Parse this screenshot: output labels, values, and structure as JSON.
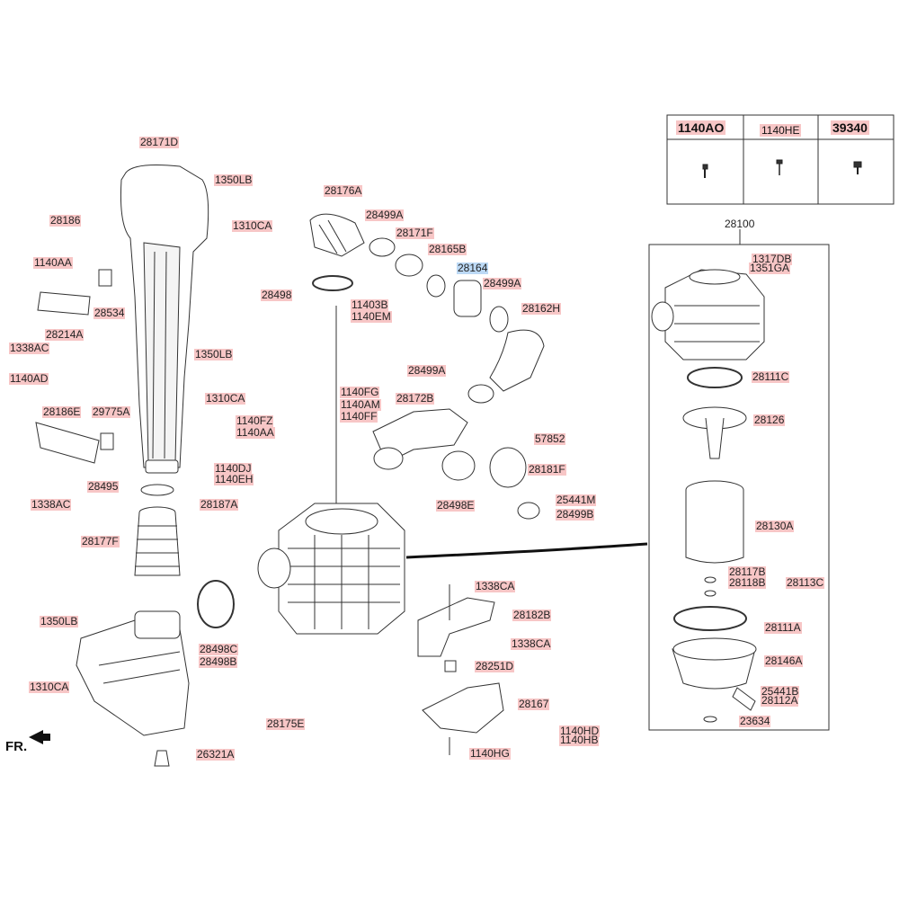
{
  "front_label": "FR.",
  "legend": {
    "headers": [
      "1140AO",
      "1140HE",
      "39340"
    ]
  },
  "group_label": "28100",
  "labels": [
    "28171D",
    "1350LB",
    "1310CA",
    "28186",
    "1140AA",
    "28534",
    "28214A",
    "1338AC",
    "1350LB",
    "1310CA",
    "1140AD",
    "28186E",
    "29775A",
    "1338AC",
    "28495",
    "28177F",
    "1350LB",
    "1310CA",
    "28176A",
    "28499A",
    "28171F",
    "28165B",
    "28164",
    "28498",
    "11403B",
    "1140EM",
    "28499A",
    "28162H",
    "28499A",
    "1140FG",
    "1140AM",
    "1140FF",
    "28172B",
    "57852",
    "1140FZ",
    "1140AA",
    "1140DJ",
    "1140EH",
    "28187A",
    "28181F",
    "28498E",
    "25441M",
    "28499B",
    "28498C",
    "28498B",
    "1338CA",
    "28182B",
    "1338CA",
    "28251D",
    "28167",
    "1140HD",
    "1140HB",
    "1140HG",
    "28175E",
    "26321A",
    "1317DB",
    "1351GA",
    "28111C",
    "28126",
    "28130A",
    "28117B",
    "28118B",
    "28113C",
    "28111A",
    "28146A",
    "25441B",
    "28112A",
    "23634"
  ]
}
